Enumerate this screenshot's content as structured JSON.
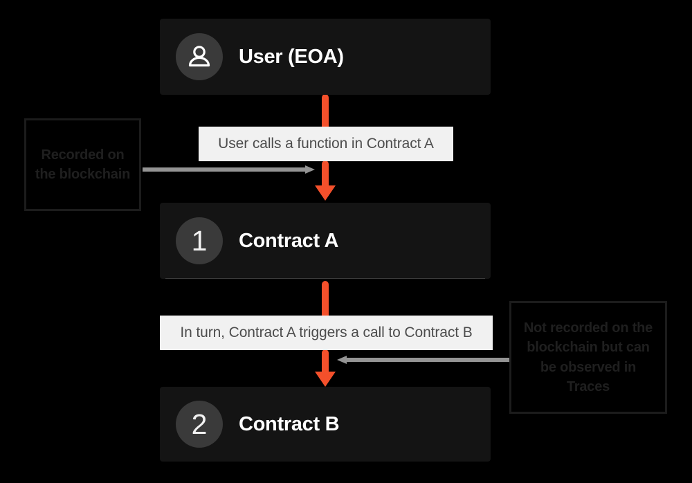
{
  "diagram": {
    "background_color": "#000000",
    "accent_color": "#f4502b",
    "muted_arrow_color": "#949494",
    "node_bg_color": "#141414",
    "pill_bg_color": "#f1f1f1",
    "nodes": [
      {
        "id": "user",
        "icon": "person-icon",
        "badge": "",
        "label": "User (EOA)"
      },
      {
        "id": "contract-a",
        "icon": "number-badge",
        "badge": "1",
        "label": "Contract A"
      },
      {
        "id": "contract-b",
        "icon": "number-badge",
        "badge": "2",
        "label": "Contract B"
      }
    ],
    "messages": [
      {
        "id": "msg-1",
        "text": "User calls a function in Contract A"
      },
      {
        "id": "msg-2",
        "text": "In turn, Contract A triggers a call to Contract B"
      }
    ],
    "annotations": [
      {
        "id": "annotation-left",
        "text": "Recorded on the blockchain"
      },
      {
        "id": "annotation-right",
        "text": "Not recorded on the blockchain but can be observed in Traces"
      }
    ],
    "flow_arrows": [
      {
        "id": "arrow-user-to-contract-a",
        "direction": "down",
        "color": "#f4502b"
      },
      {
        "id": "arrow-contract-a-to-contract-b",
        "direction": "down",
        "color": "#f4502b"
      }
    ],
    "pointer_arrows": [
      {
        "id": "pointer-left",
        "direction": "right",
        "color": "#949494"
      },
      {
        "id": "pointer-right",
        "direction": "left",
        "color": "#949494"
      }
    ]
  }
}
